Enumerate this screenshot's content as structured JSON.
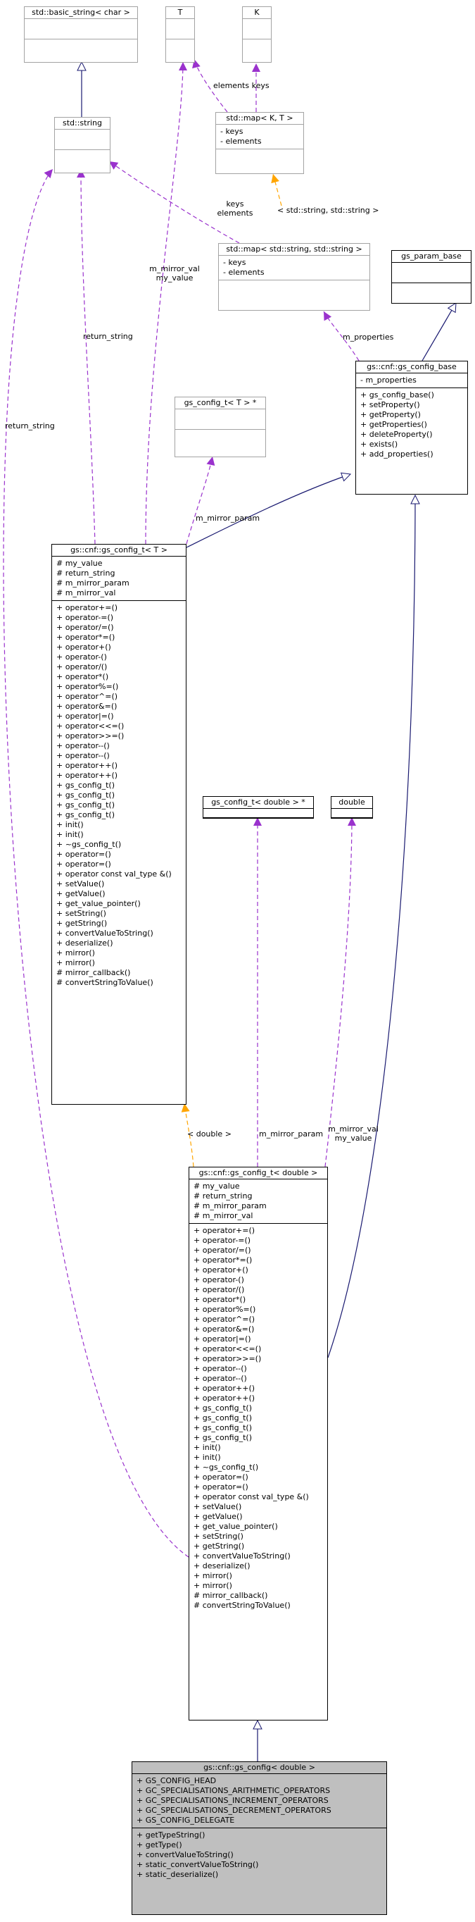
{
  "classes": [
    {
      "key": "basic_string",
      "title": "std::basic_string< char >",
      "style": "grey",
      "attrs": [],
      "methods": []
    },
    {
      "key": "T",
      "title": "T",
      "style": "grey",
      "attrs": [],
      "methods": []
    },
    {
      "key": "K",
      "title": "K",
      "style": "grey",
      "attrs": [],
      "methods": []
    },
    {
      "key": "std_string",
      "title": "std::string",
      "style": "grey",
      "attrs": [],
      "methods": []
    },
    {
      "key": "std_map_KT",
      "title": "std::map< K, T >",
      "style": "grey",
      "attrs": [
        "- keys",
        "- elements"
      ],
      "methods": []
    },
    {
      "key": "std_map_ss",
      "title": "std::map< std::string, std::string >",
      "style": "grey",
      "attrs": [
        "- keys",
        "- elements"
      ],
      "methods": []
    },
    {
      "key": "gs_param_base",
      "title": "gs_param_base",
      "style": "normal",
      "attrs": [],
      "methods": []
    },
    {
      "key": "gs_config_base",
      "title": "gs::cnf::gs_config_base",
      "style": "normal",
      "attrs": [
        "- m_properties"
      ],
      "methods": [
        "+ gs_config_base()",
        "+ setProperty()",
        "+ getProperty()",
        "+ getProperties()",
        "+ deleteProperty()",
        "+ exists()",
        "+ add_properties()"
      ]
    },
    {
      "key": "gs_config_t_ptr",
      "title": "gs_config_t< T > *",
      "style": "grey",
      "attrs": [],
      "methods": []
    },
    {
      "key": "gs_config_t_T",
      "title": "gs::cnf::gs_config_t< T >",
      "style": "normal",
      "attrs": [
        "# my_value",
        "# return_string",
        "# m_mirror_param",
        "# m_mirror_val"
      ],
      "methods": [
        "+ operator+=()",
        "+ operator-=()",
        "+ operator/=()",
        "+ operator*=()",
        "+ operator+()",
        "+ operator-()",
        "+ operator/()",
        "+ operator*()",
        "+ operator%=()",
        "+ operator^=()",
        "+ operator&=()",
        "+ operator|=()",
        "+ operator<<=()",
        "+ operator>>=()",
        "+ operator--()",
        "+ operator--()",
        "+ operator++()",
        "+ operator++()",
        "+ gs_config_t()",
        "+ gs_config_t()",
        "+ gs_config_t()",
        "+ gs_config_t()",
        "+ init()",
        "+ init()",
        "+ ~gs_config_t()",
        "+ operator=()",
        "+ operator=()",
        "+ operator const val_type &()",
        "+ setValue()",
        "+ getValue()",
        "+ get_value_pointer()",
        "+ setString()",
        "+ getString()",
        "+ convertValueToString()",
        "+ deserialize()",
        "+ mirror()",
        "+ mirror()",
        "# mirror_callback()",
        "# convertStringToValue()"
      ]
    },
    {
      "key": "gs_config_t_double_ptr",
      "title": "gs_config_t< double > *",
      "style": "normal",
      "attrs": [],
      "methods": []
    },
    {
      "key": "double",
      "title": "double",
      "style": "normal",
      "attrs": [],
      "methods": []
    },
    {
      "key": "gs_config_t_double",
      "title": "gs::cnf::gs_config_t< double >",
      "style": "normal",
      "attrs": [
        "# my_value",
        "# return_string",
        "# m_mirror_param",
        "# m_mirror_val"
      ],
      "methods": [
        "+ operator+=()",
        "+ operator-=()",
        "+ operator/=()",
        "+ operator*=()",
        "+ operator+()",
        "+ operator-()",
        "+ operator/()",
        "+ operator*()",
        "+ operator%=()",
        "+ operator^=()",
        "+ operator&=()",
        "+ operator|=()",
        "+ operator<<=()",
        "+ operator>>=()",
        "+ operator--()",
        "+ operator--()",
        "+ operator++()",
        "+ operator++()",
        "+ gs_config_t()",
        "+ gs_config_t()",
        "+ gs_config_t()",
        "+ gs_config_t()",
        "+ init()",
        "+ init()",
        "+ ~gs_config_t()",
        "+ operator=()",
        "+ operator=()",
        "+ operator const val_type &()",
        "+ setValue()",
        "+ getValue()",
        "+ get_value_pointer()",
        "+ setString()",
        "+ getString()",
        "+ convertValueToString()",
        "+ deserialize()",
        "+ mirror()",
        "+ mirror()",
        "# mirror_callback()",
        "# convertStringToValue()"
      ]
    },
    {
      "key": "gs_config_double",
      "title": "gs::cnf::gs_config< double >",
      "style": "focus",
      "attrs": [
        "+ GS_CONFIG_HEAD",
        "+ GC_SPECIALISATIONS_ARITHMETIC_OPERATORS",
        "+ GC_SPECIALISATIONS_INCREMENT_OPERATORS",
        "+ GC_SPECIALISATIONS_DECREMENT_OPERATORS",
        "+ GS_CONFIG_DELEGATE"
      ],
      "methods": [
        "+ getTypeString()",
        "+ getType()",
        "+ convertValueToString()",
        "+ static_convertValueToString()",
        "+ static_deserialize()"
      ]
    }
  ],
  "edge_labels": {
    "elements_keys": "elements keys",
    "keys_elements": "keys\nelements",
    "string_string": "< std::string, std::string >",
    "m_mirror_val_my_value_1": "m_mirror_val\nmy_value",
    "return_string_1": "return_string",
    "return_string_2": "return_string",
    "m_properties": "m_properties",
    "m_mirror_param_1": "m_mirror_param",
    "double_tmpl": "< double >",
    "m_mirror_param_2": "m_mirror_param",
    "m_mirror_val_my_value_2": "m_mirror_val\nmy_value"
  },
  "colors": {
    "inheritance": "#191970",
    "usage": "#9a32cd",
    "template": "#ffa500",
    "external_border": "#a3a3a3",
    "focus_fill": "#bfbfbf"
  }
}
